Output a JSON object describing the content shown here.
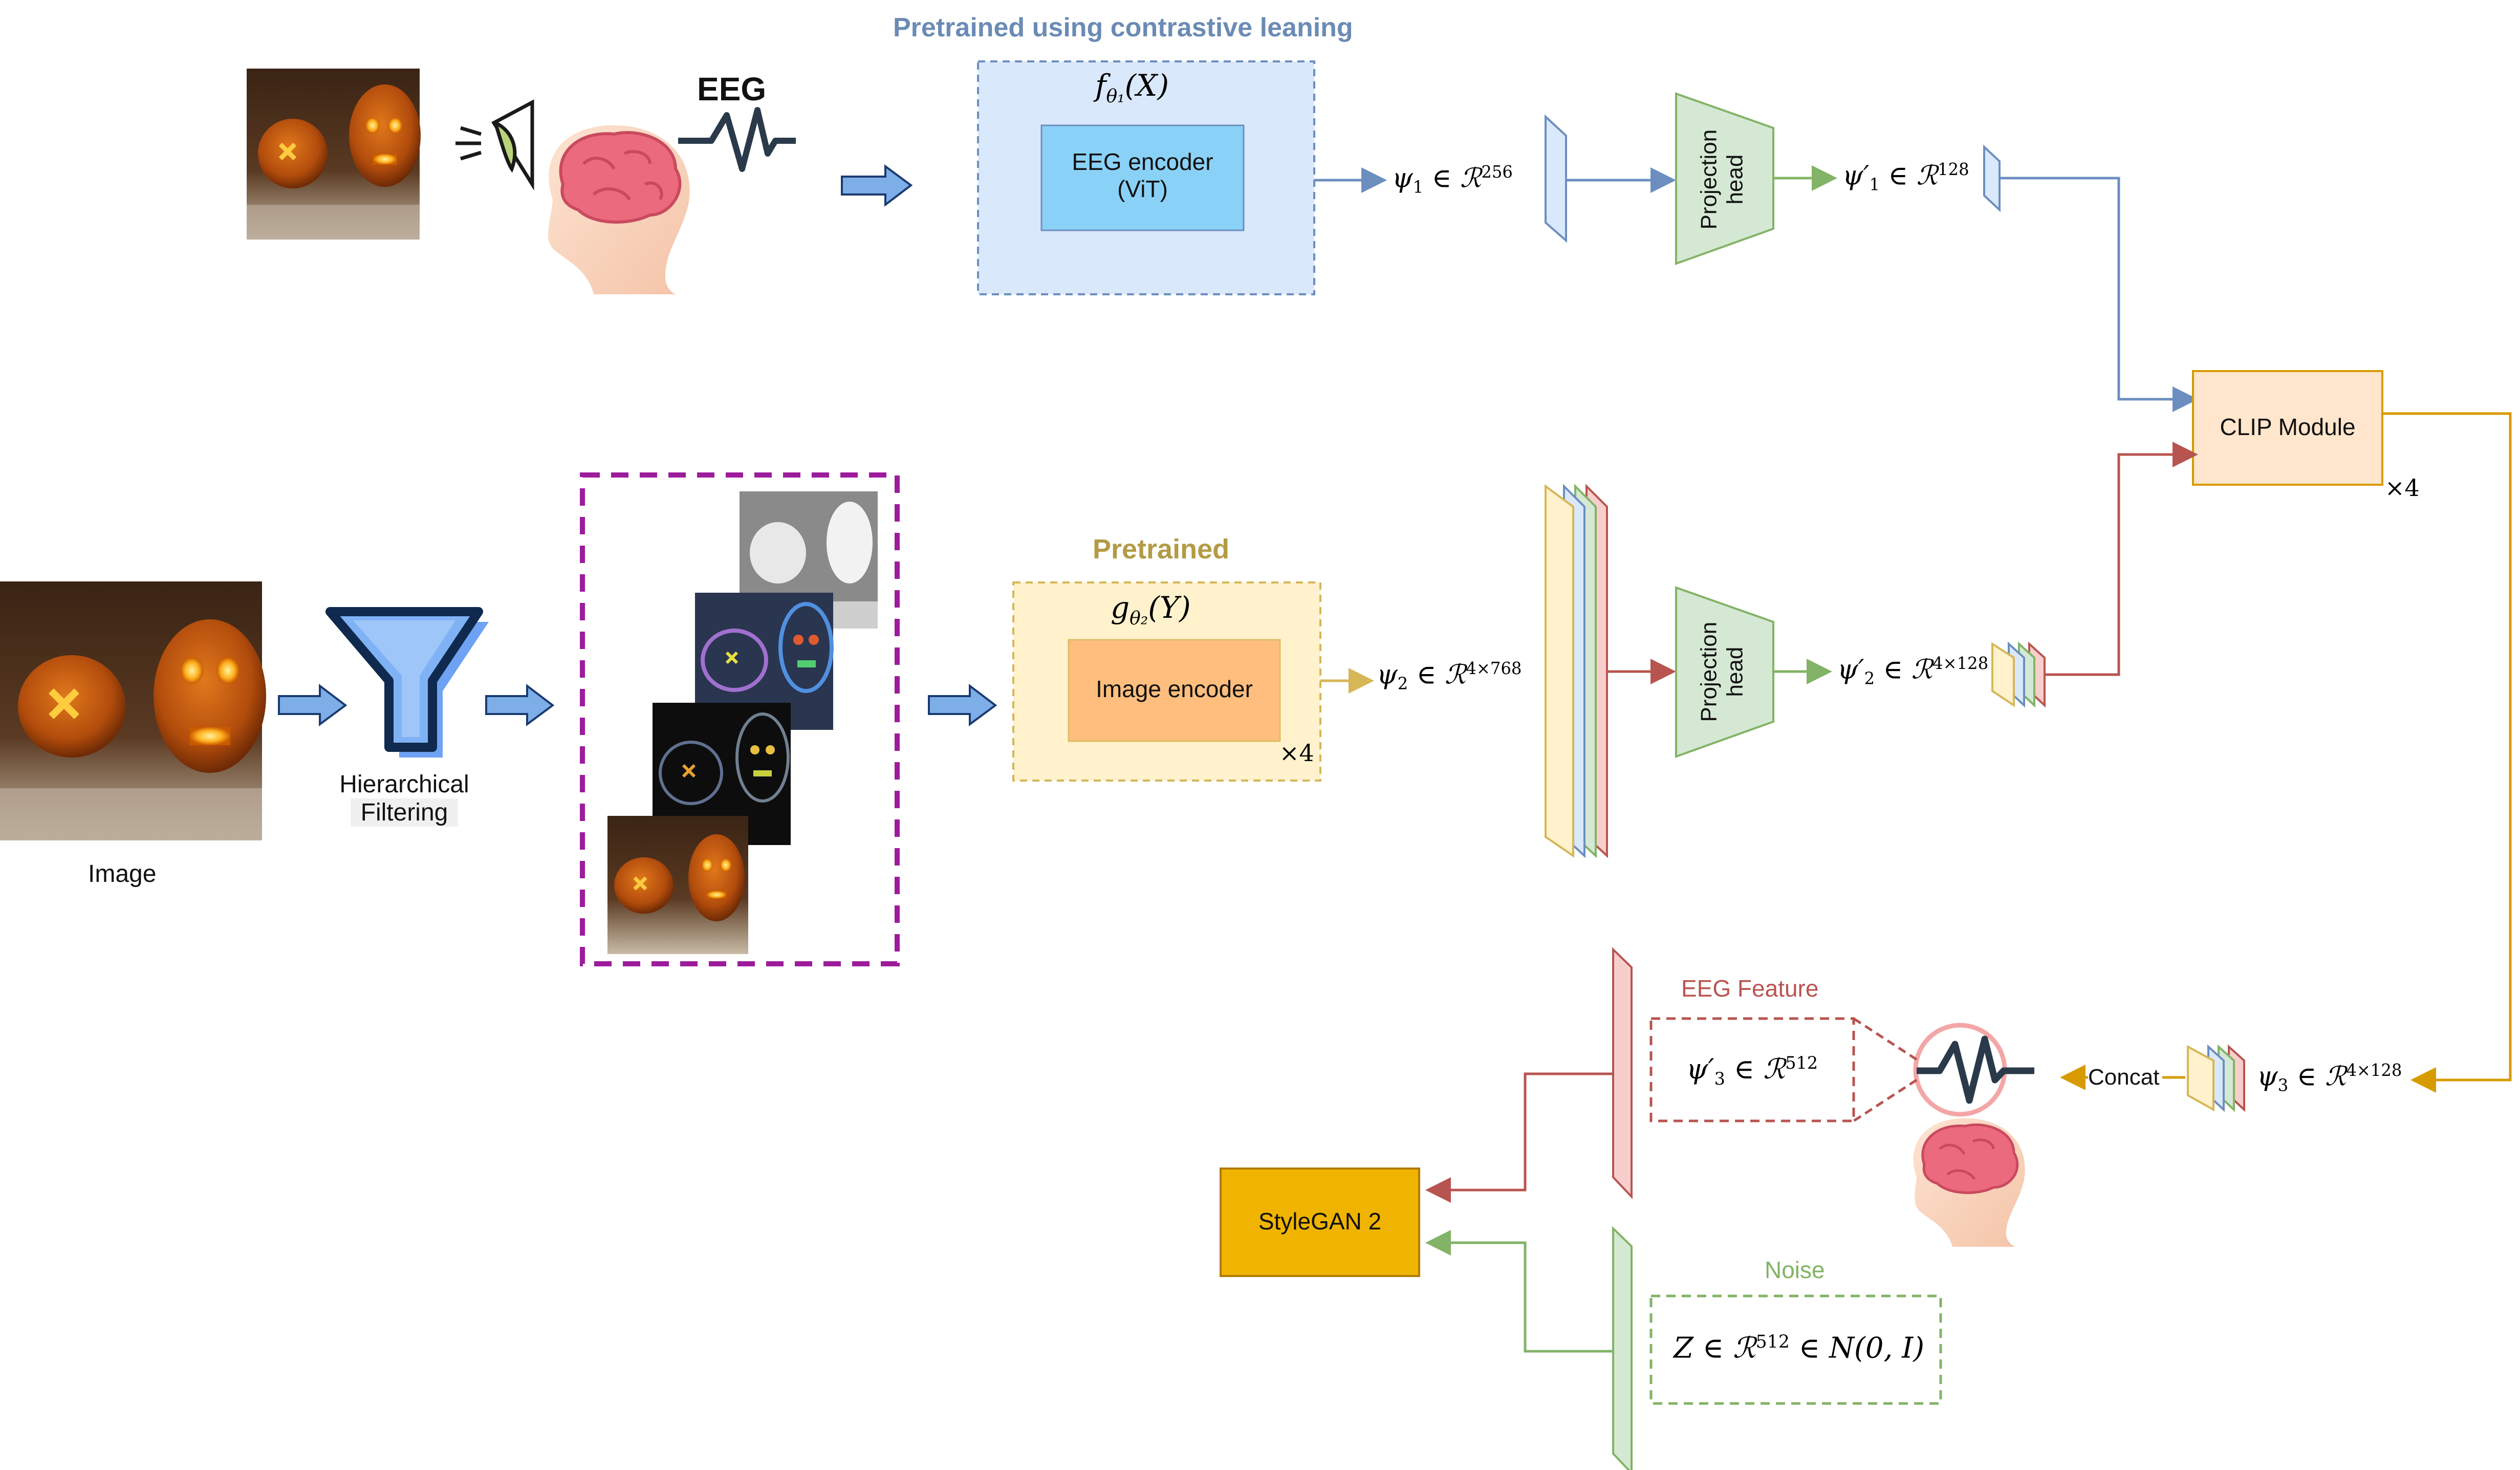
{
  "top_section": {
    "title": "Pretrained using contrastive leaning",
    "eeg_label": "EEG",
    "encoder_func": "f_θ1(X)",
    "encoder_label_line1": "EEG encoder",
    "encoder_label_line2": "(ViT)",
    "psi1": "ψ1 ∈ ℛ^256",
    "projection_head_line1": "Projection",
    "projection_head_line2": "head",
    "psi1_prime": "ψ′1 ∈ ℛ^128"
  },
  "middle_section": {
    "input_label": "Image",
    "filter_label_line1": "Hierarchical",
    "filter_label_line2": "Filtering",
    "pretrained_title": "Pretrained",
    "encoder_func": "g_θ2(Y)",
    "encoder_label": "Image encoder",
    "encoder_repeat": "×4",
    "psi2": "ψ2 ∈ ℛ^4×768",
    "projection_head_line1": "Projection",
    "projection_head_line2": "head",
    "psi2_prime": "ψ′2 ∈ ℛ^4×128"
  },
  "clip": {
    "label": "CLIP Module",
    "repeat": "×4"
  },
  "bottom_section": {
    "psi3": "ψ3 ∈ ℛ^4×128",
    "concat_label": "Concat",
    "eeg_feature_title": "EEG Feature",
    "psi3_prime": "ψ′3 ∈ ℛ^512",
    "noise_title": "Noise",
    "noise_formula": "Z ∈ ℛ^512 ∈ N(0, I)",
    "generator_label": "StyleGAN 2"
  },
  "colors": {
    "blue_line": "#6c8ebf",
    "green_line": "#82b366",
    "red_line": "#b85450",
    "gold_line": "#d6b656",
    "orange_line": "#d79b00",
    "purple_dash": "#9c1c9c",
    "stylegan_fill": "#f0b400",
    "clip_fill": "#ffe6cc"
  }
}
